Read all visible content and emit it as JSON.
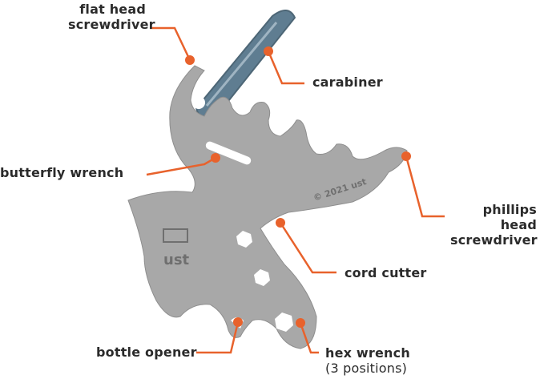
{
  "colors": {
    "accent": "#e8622c",
    "metal": "#a9a9a9",
    "carabiner": "#5f7d91",
    "text": "#2b2b2b"
  },
  "engraving": "© 2021 ust",
  "logo": "ust",
  "labels": {
    "flat_head_1": "flat head",
    "flat_head_2": "screwdriver",
    "carabiner": "carabiner",
    "butterfly": "butterfly wrench",
    "phillips_1": "phillips head",
    "phillips_2": "screwdriver",
    "cord_cutter": "cord cutter",
    "bottle_opener": "bottle opener",
    "hex_wrench": "hex wrench",
    "hex_positions": "(3 positions)"
  }
}
